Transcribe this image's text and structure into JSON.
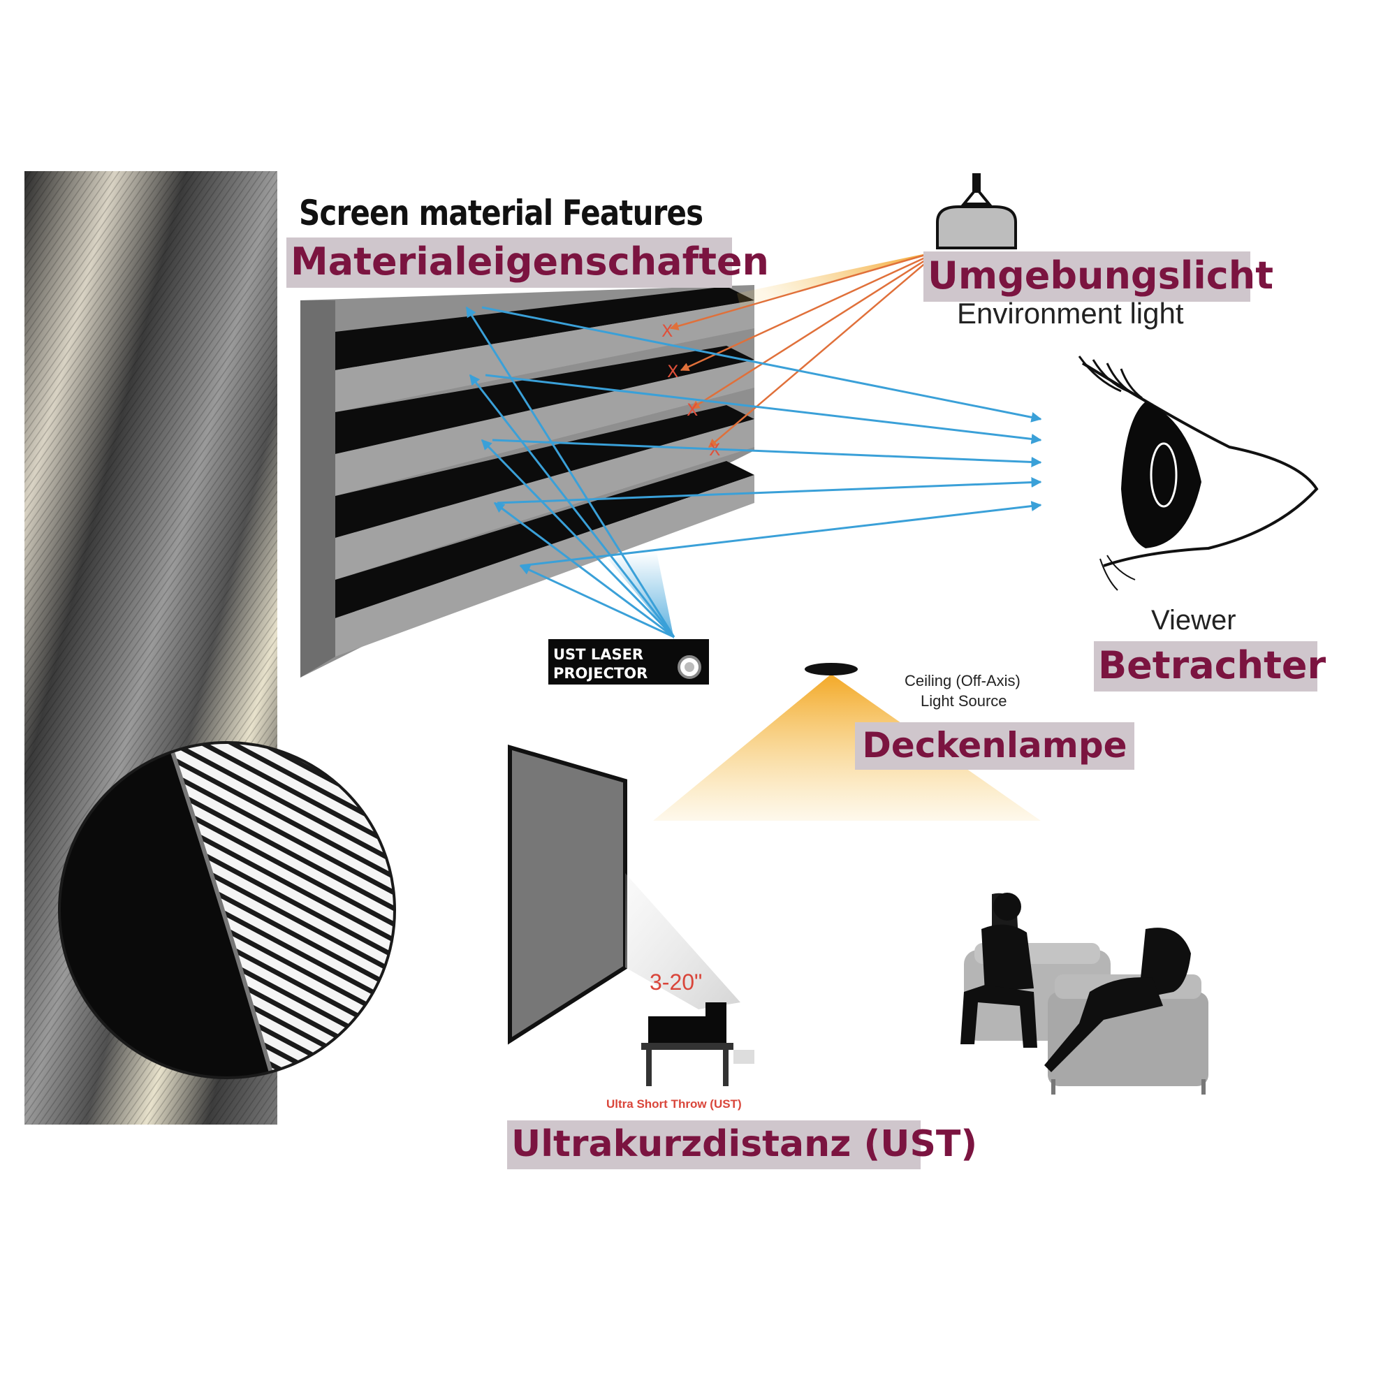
{
  "header": {
    "title_en": "Screen material Features",
    "title_de": "Materialeigenschaften"
  },
  "environment": {
    "label_de": "Umgebungslicht",
    "label_en": "Environment light"
  },
  "viewer": {
    "label_en": "Viewer",
    "label_de": "Betrachter"
  },
  "projector": {
    "line1": "UST LASER",
    "line2": "PROJECTOR"
  },
  "ceiling": {
    "line1": "Ceiling (Off-Axis)",
    "line2": "Light Source",
    "label_de": "Deckenlampe"
  },
  "ust": {
    "distance": "3-20\"",
    "caption_en": "Ultra Short Throw (UST)",
    "label_de": "Ultrakurzdistanz (UST)"
  },
  "markers": {
    "reject": "X"
  },
  "colors": {
    "label_bg": "#cfc6cc",
    "label_text": "#7b1440",
    "ray_blue": "#3aa0d8",
    "ray_orange": "#e0703a",
    "ceiling_glow": "#f2b12a",
    "reject_mark": "#e0503a"
  }
}
